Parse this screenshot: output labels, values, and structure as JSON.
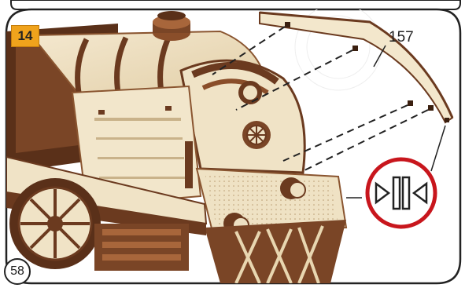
{
  "instruction_page": {
    "step_number": "14",
    "part_label": "157",
    "page_number": "58",
    "fit_icon": "press-fit-icon",
    "colors": {
      "wood_light": "#eee0c2",
      "wood_dark": "#6b3a1f",
      "wood_mid": "#a8663b",
      "badge": "#f0a31c",
      "fit_ring": "#c8161d",
      "outline": "#222222"
    }
  }
}
